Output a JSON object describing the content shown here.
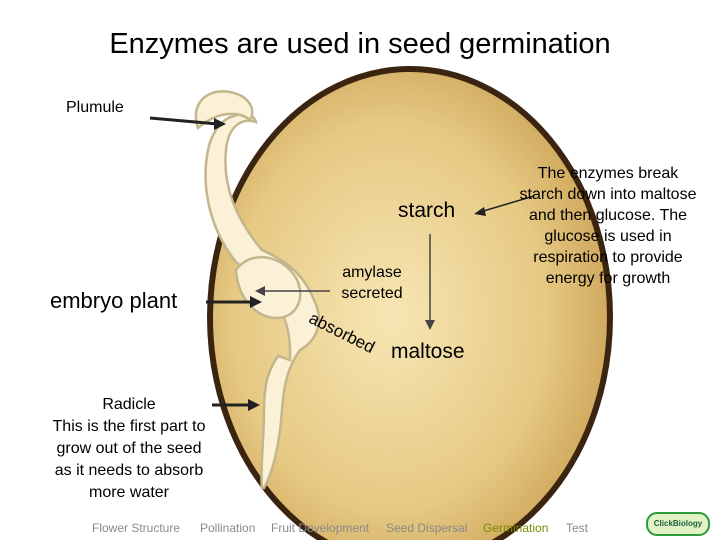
{
  "title": "Enzymes are used in seed germination",
  "labels": {
    "plumule": "Plumule",
    "embryo_plant": "embryo plant",
    "starch": "starch",
    "amylase": "amylase",
    "secreted": "secreted",
    "absorbed": "absorbed",
    "maltose": "maltose",
    "explanation": "The enzymes break starch down into maltose and then glucose. The glucose is used in respiration to provide energy for growth",
    "radicle_title": "Radicle",
    "radicle_line1": "This is the first part to",
    "radicle_line2": "grow out of the seed",
    "radicle_line3": "as it needs to absorb",
    "radicle_line4": "more water"
  },
  "nav": {
    "items": [
      "Flower Structure",
      "Pollination",
      "Fruit Development",
      "Seed Dispersal",
      "Germination",
      "Test"
    ],
    "active": "Germination"
  },
  "logo": {
    "text": "ClickBiology"
  },
  "colors": {
    "seed_coat": "#3b2410",
    "seed_fill": "#e2c47e",
    "seedling_fill": "#fbf1d6",
    "seedling_stroke": "#c3b68d",
    "nav_text": "#8a8a8a",
    "nav_active": "#7b8a00"
  }
}
